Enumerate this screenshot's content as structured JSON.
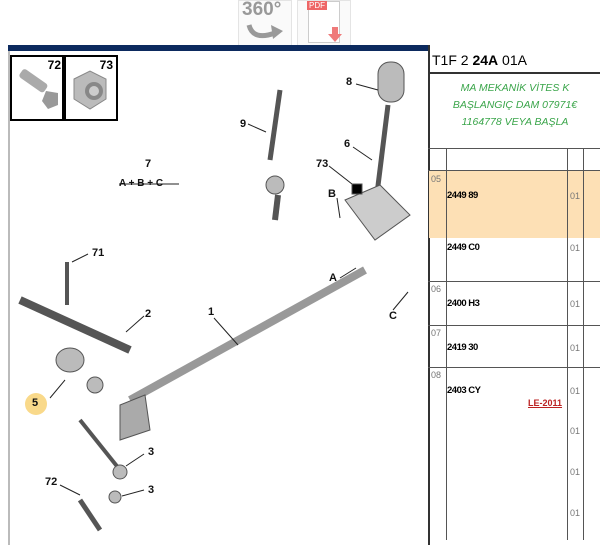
{
  "toolbar": {
    "view360_label": "360°",
    "pdf_label": "PDF"
  },
  "diagram": {
    "thumbs": [
      {
        "num": "72",
        "icon": "bolt-icon"
      },
      {
        "num": "73",
        "icon": "nut-icon"
      }
    ],
    "callouts": [
      "8",
      "9",
      "7",
      "A + B + C",
      "73",
      "6",
      "B",
      "71",
      "A",
      "1",
      "2",
      "C",
      "5",
      "3",
      "3",
      "72"
    ],
    "highlighted": "5",
    "highlight_color": "#f9d98a"
  },
  "parts": {
    "header": "T1F 2 24A 01A",
    "header_bold": "24A",
    "note": [
      "MA MEKANİK VİTES K",
      "BAŞLANGIÇ DAM 07971€",
      "1164778 VEYA BAŞLA"
    ],
    "note_color": "#3aa54a",
    "selected_color": "#fde0b5",
    "rows": [
      {
        "pos": "05",
        "code": "2449 89",
        "qty": "01",
        "selected": true
      },
      {
        "pos": "",
        "code": "2449 C0",
        "qty": "01"
      },
      {
        "pos": "06",
        "code": "2400 H3",
        "qty": "01"
      },
      {
        "pos": "07",
        "code": "2419 30",
        "qty": "01"
      },
      {
        "pos": "08",
        "code": "2403 CY",
        "qty": "01",
        "link": "LE-2011"
      }
    ],
    "extra_qty": [
      "01",
      "01",
      "01"
    ]
  }
}
